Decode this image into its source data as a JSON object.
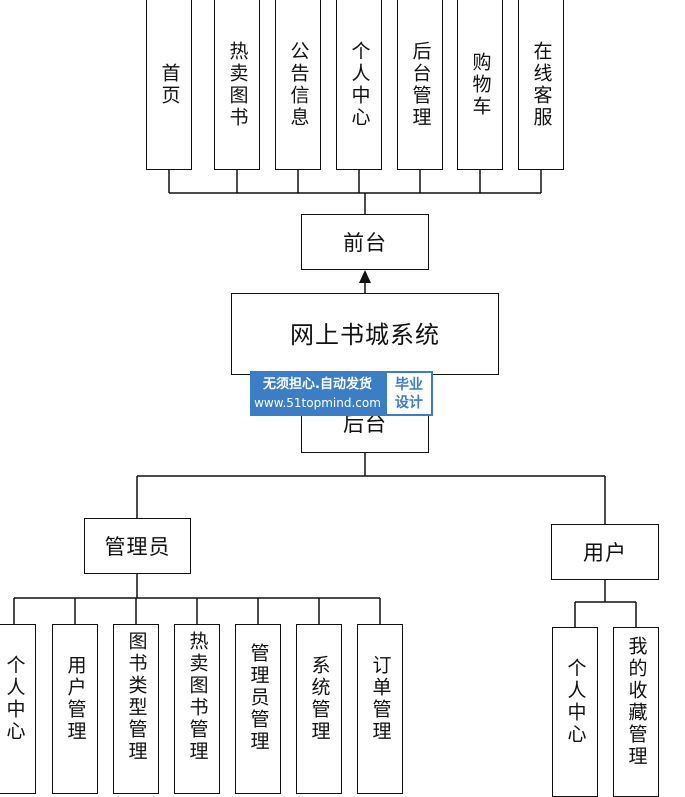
{
  "diagram": {
    "front": {
      "label": "前台",
      "items": [
        "首页",
        "热卖图书",
        "公告信息",
        "个人中心",
        "后台管理",
        "购物车",
        "在线客服"
      ]
    },
    "system": {
      "label": "网上书城系统"
    },
    "back": {
      "label": "后台"
    },
    "admin": {
      "label": "管理员",
      "items": [
        "个人中心",
        "用户管理",
        "图书类型管理",
        "热卖图书管理",
        "管理员管理",
        "系统管理",
        "订单管理"
      ]
    },
    "user": {
      "label": "用户",
      "items": [
        "个人中心",
        "我的收藏管理"
      ]
    }
  },
  "watermark": {
    "line1": "无须担心.自动发货",
    "line2": "www.51topmind.com",
    "badge1": "毕业",
    "badge2": "设计"
  },
  "colors": {
    "watermark_blue": "#3b7ec6",
    "line": "#111111"
  }
}
